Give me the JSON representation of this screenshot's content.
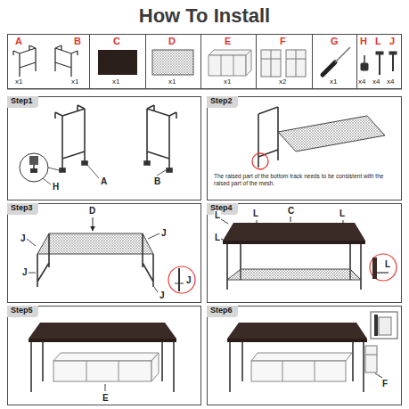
{
  "diagram": {
    "title": "How To Install",
    "nodes": [
      {
        "text": [
          "A",
          "B",
          "x1",
          "x1"
        ]
      },
      {
        "text": [
          "C",
          "x1"
        ]
      },
      {
        "text": [
          "D",
          "x1"
        ]
      },
      {
        "text": [
          "E",
          "x1"
        ]
      },
      {
        "text": [
          "F",
          "x2"
        ]
      },
      {
        "text": [
          "G",
          "x1"
        ]
      },
      {
        "text": [
          "H",
          "L",
          "J",
          "x4",
          "x4",
          "x4"
        ]
      },
      {
        "text": [
          "Step1",
          "A",
          "B",
          "H"
        ]
      },
      {
        "text": [
          "Step2",
          "The raised part of the bottom track needs to be consistent with the raised part of the mesh."
        ]
      },
      {
        "text": [
          "Step3",
          "D",
          "J",
          "J",
          "J",
          "J",
          "J"
        ]
      },
      {
        "text": [
          "Step4",
          "C",
          "L",
          "L",
          "L",
          "L",
          "L"
        ]
      },
      {
        "text": [
          "Step5",
          "E"
        ]
      },
      {
        "text": [
          "Step6",
          "F"
        ]
      }
    ]
  }
}
